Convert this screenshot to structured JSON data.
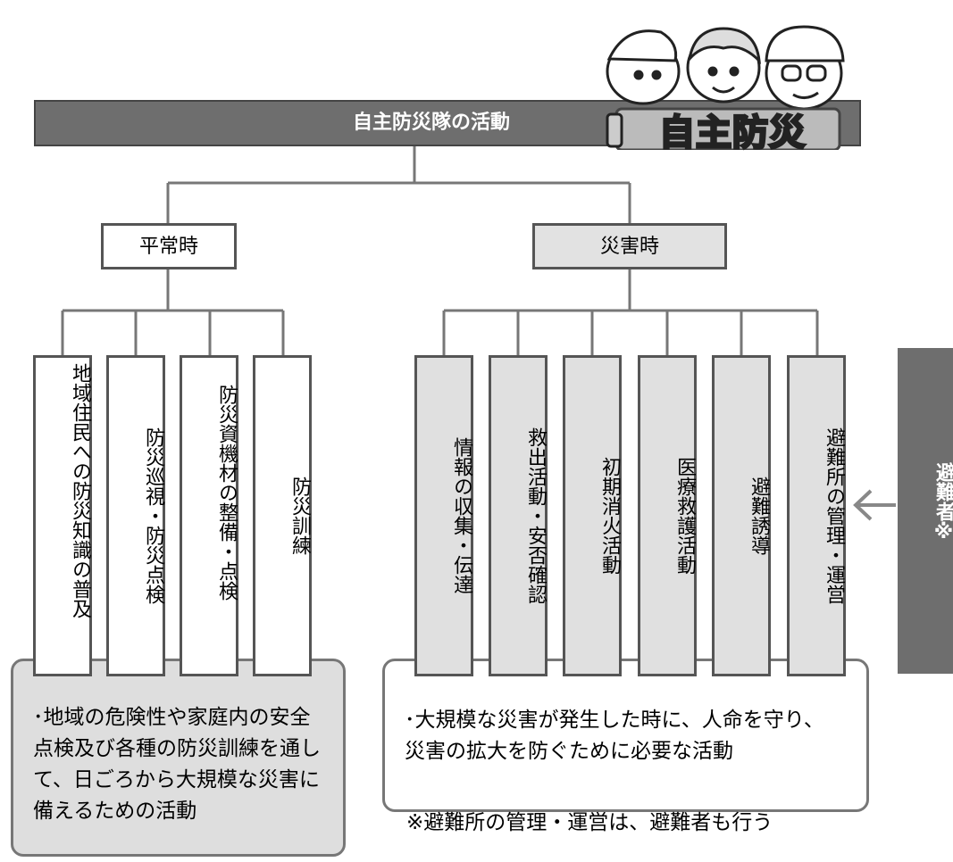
{
  "title": "自主防災隊の活動",
  "logo_text": "自主防災",
  "phases": [
    {
      "label": "平常時",
      "activities": [
        "地域住民への防災知識の普及",
        "防災巡視・防災点検",
        "防災資機材の整備・点検",
        "防災訓練"
      ],
      "note": "･地域の危険性や家庭内の安全点検及び各種の防災訓練を通して、日ごろから大規模な災害に備えるための活動"
    },
    {
      "label": "災害時",
      "activities": [
        "情報の収集・伝達",
        "救出活動・安否確認",
        "初期消火活動",
        "医療救護活動",
        "避難誘導",
        "避難所の管理・運営"
      ],
      "note": "･大規模な災害が発生した時に、人命を守り、災害の拡大を防ぐために必要な活動"
    }
  ],
  "side_label": "避難者※",
  "footnote": "※避難所の管理・運営は、避難者も行う",
  "colors": {
    "title_bar": "#6e6e6e",
    "gray_fill": "#e0e0e0",
    "border": "#555555"
  }
}
